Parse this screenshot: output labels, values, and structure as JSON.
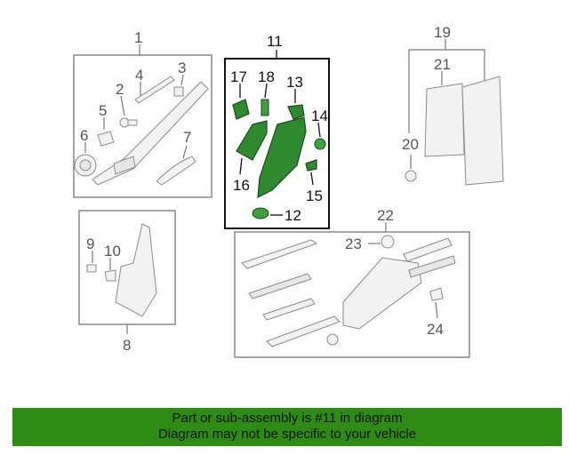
{
  "callouts": {
    "c1": "1",
    "c2": "2",
    "c3": "3",
    "c4": "4",
    "c5": "5",
    "c6": "6",
    "c7": "7",
    "c8": "8",
    "c9": "9",
    "c10": "10",
    "c11": "11",
    "c12": "12",
    "c13": "13",
    "c14": "14",
    "c15": "15",
    "c16": "16",
    "c17": "17",
    "c18": "18",
    "c19": "19",
    "c20": "20",
    "c21": "21",
    "c22": "22",
    "c23": "23",
    "c24": "24"
  },
  "banner": {
    "line1": "Part or sub-assembly is #11 in diagram",
    "line2": "Diagram may not be specific to your vehicle"
  },
  "colors": {
    "highlight": "#2f8a2f",
    "banner": "#2e8b13"
  }
}
